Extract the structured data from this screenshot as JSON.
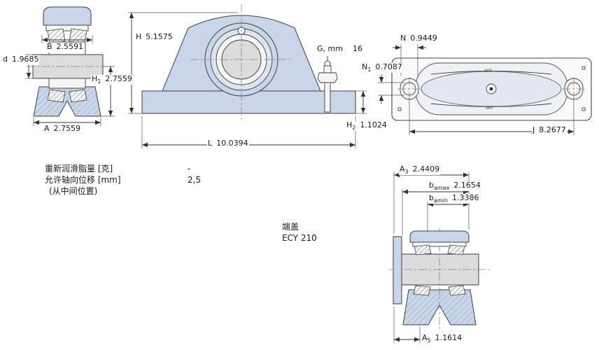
{
  "colors": {
    "housing_fill": "#c9d6ea",
    "shaft_fill": "#dcdcdc",
    "line": "#3f3f3f",
    "background": "#ffffff"
  },
  "views": {
    "side": {
      "dim_B": {
        "base": "B",
        "value": "2.5591"
      },
      "dim_d": {
        "base": "d",
        "value": "1.9685"
      },
      "dim_H1": {
        "base": "H",
        "sub": "1",
        "value": "2.7559"
      },
      "dim_A": {
        "base": "A",
        "value": "2.7559"
      }
    },
    "front": {
      "dim_H": {
        "base": "H",
        "value": "5.1575"
      },
      "dim_G": {
        "base": "G, mm",
        "value": "16"
      },
      "dim_H2": {
        "base": "H",
        "sub": "2",
        "value": "1.1024"
      },
      "dim_L": {
        "base": "L",
        "value": "10.0394"
      }
    },
    "plan": {
      "logo": "SKF",
      "dim_N": {
        "base": "N",
        "value": "0.9449"
      },
      "dim_N1": {
        "base": "N",
        "sub": "1",
        "value": "0.7087"
      },
      "dim_J": {
        "base": "J",
        "value": "8.2677"
      }
    },
    "end": {
      "dim_A3": {
        "base": "A",
        "sub": "3",
        "value": "2.4409"
      },
      "dim_bamax": {
        "base": "b",
        "sub": "amax",
        "value": "2.1654"
      },
      "dim_bamin": {
        "base": "b",
        "sub": "amin",
        "value": "1.3386"
      },
      "dim_A5": {
        "base": "A",
        "sub": "5",
        "value": "1.1614"
      }
    }
  },
  "notes": {
    "rows": [
      {
        "label": "重新润滑脂量 [克]",
        "value": "-"
      },
      {
        "label": "允许轴向位移 [mm]",
        "value": "2,5"
      },
      {
        "label": "(从中间位置)",
        "value": ""
      }
    ],
    "end_cover": {
      "label": "端盖",
      "value": "ECY 210"
    }
  }
}
